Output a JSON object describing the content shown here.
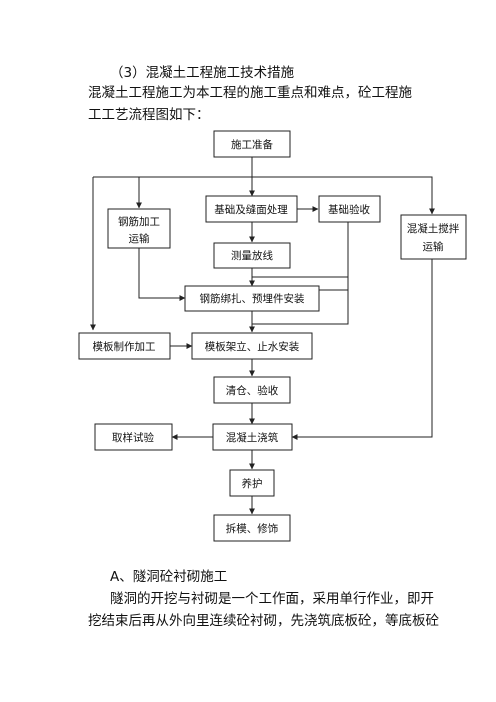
{
  "doc": {
    "heading": "（3）混凝土工程施工技术措施",
    "intro_line1": "混凝土工程施工为本工程的施工重点和难点，砼工程施",
    "intro_line2": "工工艺流程图如下：",
    "section_a_title": "A、隧洞砼衬砌施工",
    "para_line1": "隧洞的开挖与衬砌是一个工作面，采用单行作业，即开",
    "para_line2": "挖结束后再从外向里连续砼衬砌，先浇筑底板砼，等底板砼"
  },
  "flowchart": {
    "prep": "施工准备",
    "foundation": "基础及缝面处理",
    "foundation_check": "基础验收",
    "rebar_proc_1": "钢筋加工",
    "rebar_proc_2": "运输",
    "mixing_1": "混凝土搅拌",
    "mixing_2": "运输",
    "survey": "测量放线",
    "rebar_bind": "钢筋绑扎、预埋件安装",
    "formwork_make": "模板制作加工",
    "formwork_install": "模板架立、止水安装",
    "clean_check": "清仓、验收",
    "pour": "混凝土浇筑",
    "sampling": "取样试验",
    "curing": "养护",
    "demold": "拆模、修饰"
  }
}
